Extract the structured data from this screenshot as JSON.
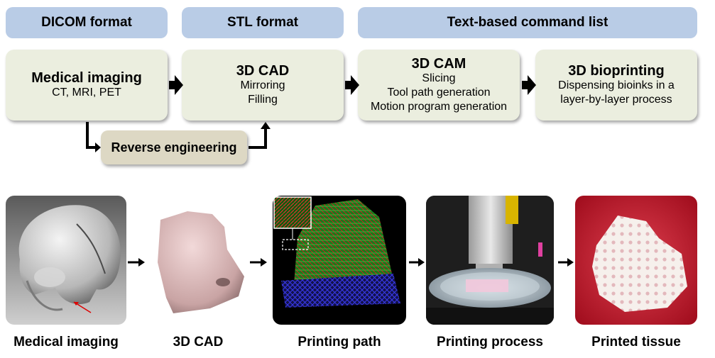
{
  "headers": {
    "dicom": "DICOM format",
    "stl": "STL format",
    "command": "Text-based command list"
  },
  "boxes": {
    "imaging": {
      "title": "Medical imaging",
      "lines": [
        "CT, MRI, PET"
      ]
    },
    "cad": {
      "title": "3D CAD",
      "lines": [
        "Mirroring",
        "Filling"
      ]
    },
    "cam": {
      "title": "3D CAM",
      "lines": [
        "Slicing",
        "Tool path generation",
        "Motion program generation"
      ]
    },
    "bioprint": {
      "title": "3D bioprinting",
      "lines": [
        "Dispensing bioinks in a",
        "layer-by-layer process"
      ]
    }
  },
  "reverse": "Reverse engineering",
  "captions": {
    "imaging": "Medical imaging",
    "cad": "3D CAD",
    "path": "Printing path",
    "process": "Printing process",
    "tissue": "Printed tissue"
  },
  "colors": {
    "header": "#b9cce6",
    "box": "#ebeedf",
    "reverse": "#ddd8c4"
  }
}
